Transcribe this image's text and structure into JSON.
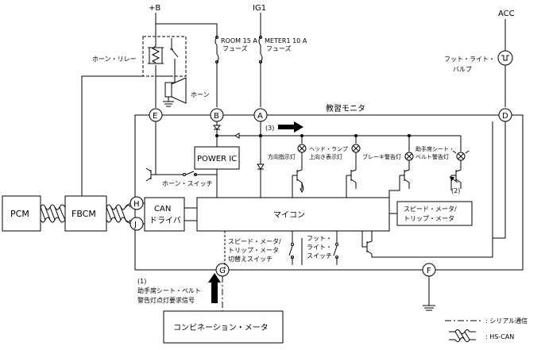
{
  "power": {
    "b_plus": "+B",
    "ig1": "IG1",
    "acc": "ACC"
  },
  "fuses": {
    "room": "ROOM 15 A",
    "meter": "METER1 10 A",
    "fuse_word": "フューズ"
  },
  "components": {
    "horn_relay": "ホーン・リレー",
    "horn": "ホーン",
    "foot_light_bulb_1": "フット・ライト・",
    "foot_light_bulb_2": "バルブ",
    "teaching_monitor": "教習モニタ",
    "power_ic": "POWER IC",
    "horn_switch": "ホーン・スイッチ",
    "can_driver_1": "CAN",
    "can_driver_2": "ドライバ",
    "microcomputer": "マイコン",
    "speed_meter_box_1": "スピード・メータ/",
    "speed_meter_box_2": "トリップ・メータ",
    "speed_switch_1": "スピード・メータ/",
    "speed_switch_2": "トリップ・メータ",
    "speed_switch_3": "切替えスイッチ",
    "foot_switch_1": "フット・",
    "foot_switch_2": "ライト・",
    "foot_switch_3": "スイッチ",
    "pcm": "PCM",
    "fbcm": "FBCM",
    "combination_meter": "コンビネーション・メータ"
  },
  "lamps": {
    "turn": "方向指示灯",
    "headlamp_1": "ヘッド・ランプ",
    "headlamp_2": "上向き表示灯",
    "brake": "ブレーキ警告灯",
    "seatbelt_1": "助手席シート・",
    "seatbelt_2": "ベルト警告灯"
  },
  "terminals": {
    "A": "A",
    "B": "B",
    "D": "D",
    "E": "E",
    "F": "F",
    "G": "G",
    "H": "H",
    "J": "J"
  },
  "annotations": {
    "callout_3": "(3)",
    "callout_2": "(2)",
    "callout_1": "(1)",
    "request_1": "助手席シート・ベルト",
    "request_2": "警告灯点灯要求信号"
  },
  "legend": {
    "serial": ": シリアル通信",
    "hscan": ": HS-CAN"
  }
}
